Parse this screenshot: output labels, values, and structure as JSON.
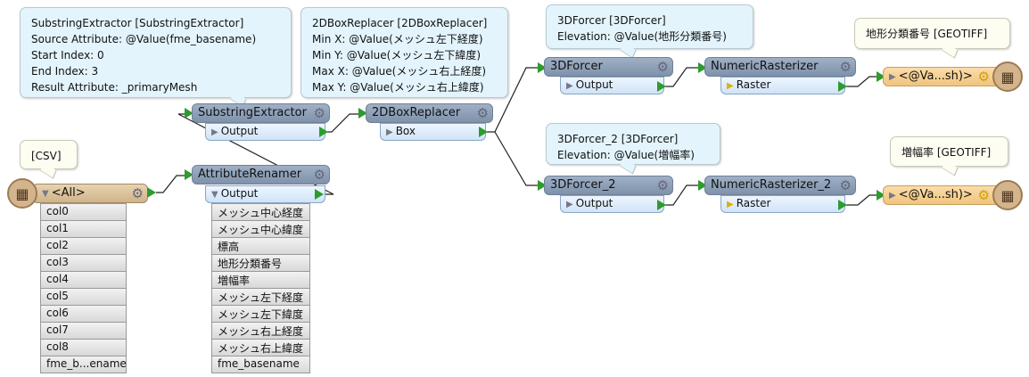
{
  "callouts": {
    "substring": "SubstringExtractor [SubstringExtractor]\nSource Attribute: @Value(fme_basename)\nStart Index: 0\nEnd Index: 3\nResult Attribute: _primaryMesh",
    "boxreplacer": "2DBoxReplacer [2DBoxReplacer]\nMin X: @Value(メッシュ左下経度)\nMin Y: @Value(メッシュ左下緯度)\nMax X: @Value(メッシュ右上経度)\nMax Y: @Value(メッシュ右上緯度)",
    "forcer": "3DForcer [3DForcer]\nElevation: @Value(地形分類番号)",
    "forcer2": "3DForcer_2 [3DForcer]\nElevation: @Value(増幅率)",
    "writer1": "地形分類番号 [GEOTIFF]",
    "writer2": "増幅率 [GEOTIFF]",
    "reader": "[CSV]"
  },
  "nodes": {
    "substring": {
      "title": "SubstringExtractor",
      "port": "Output"
    },
    "boxreplacer": {
      "title": "2DBoxReplacer",
      "port": "Box"
    },
    "renamer": {
      "title": "AttributeRenamer",
      "port": "Output",
      "attributes": [
        "メッシュ中心経度",
        "メッシュ中心緯度",
        "標高",
        "地形分類番号",
        "増幅率",
        "メッシュ左下経度",
        "メッシュ左下緯度",
        "メッシュ右上経度",
        "メッシュ右上緯度",
        "fme_basename"
      ]
    },
    "reader": {
      "title": "<All>",
      "attributes": [
        "col0",
        "col1",
        "col2",
        "col3",
        "col4",
        "col5",
        "col6",
        "col7",
        "col8",
        "fme_b...ename"
      ]
    },
    "forcer": {
      "title": "3DForcer",
      "port": "Output"
    },
    "forcer2": {
      "title": "3DForcer_2",
      "port": "Output"
    },
    "raster": {
      "title": "NumericRasterizer",
      "port": "Raster"
    },
    "raster2": {
      "title": "NumericRasterizer_2",
      "port": "Raster"
    },
    "writer1": {
      "title": "<@Va...sh)>"
    },
    "writer2": {
      "title": "<@Va...sh)>"
    }
  }
}
